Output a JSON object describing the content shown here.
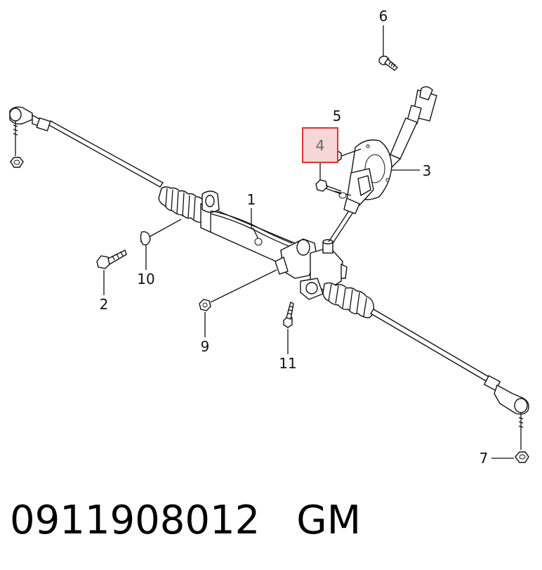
{
  "callouts": {
    "c1": "1",
    "c2": "2",
    "c3": "3",
    "c4": "4",
    "c5": "5",
    "c6": "6",
    "c7": "7",
    "c9": "9",
    "c10": "10",
    "c11": "11"
  },
  "highlight": {
    "callout": "4",
    "border_color": "#e0342c",
    "fill_color": "#f7d6d8"
  },
  "footer": {
    "part_number": "0911908012",
    "brand": "GM"
  }
}
